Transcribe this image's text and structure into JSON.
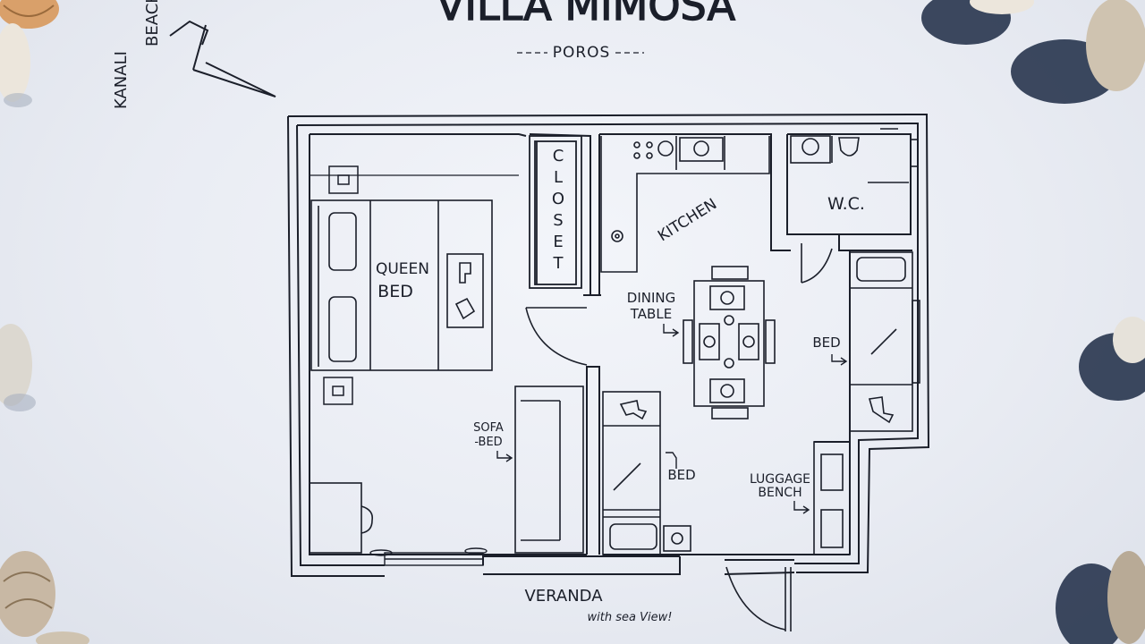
{
  "title": {
    "main": "VILLA MIMOSA",
    "location": "POROS"
  },
  "side_labels": {
    "kanali": "KANALI",
    "beach": "BEACH"
  },
  "rooms": {
    "closet": [
      "C",
      "L",
      "O",
      "S",
      "E",
      "T"
    ],
    "kitchen": "KITCHEN",
    "wc": "W.C.",
    "queen_bed": "QUEEN",
    "queen_bed_2": "BED",
    "dining_table": "DINING",
    "dining_table_2": "TABLE",
    "sofa_bed": "SOFA",
    "sofa_bed_2": "-BED",
    "bed_center": "BED",
    "bed_right": "BED",
    "luggage_bench": "LUGGAGE",
    "luggage_bench_2": "BENCH"
  },
  "outside": {
    "veranda": "VERANDA",
    "sea_view": "with sea View!"
  },
  "colors": {
    "ink": "#1b1f2a",
    "paper": "#eef0f6",
    "shell": "#d9cbb6"
  }
}
